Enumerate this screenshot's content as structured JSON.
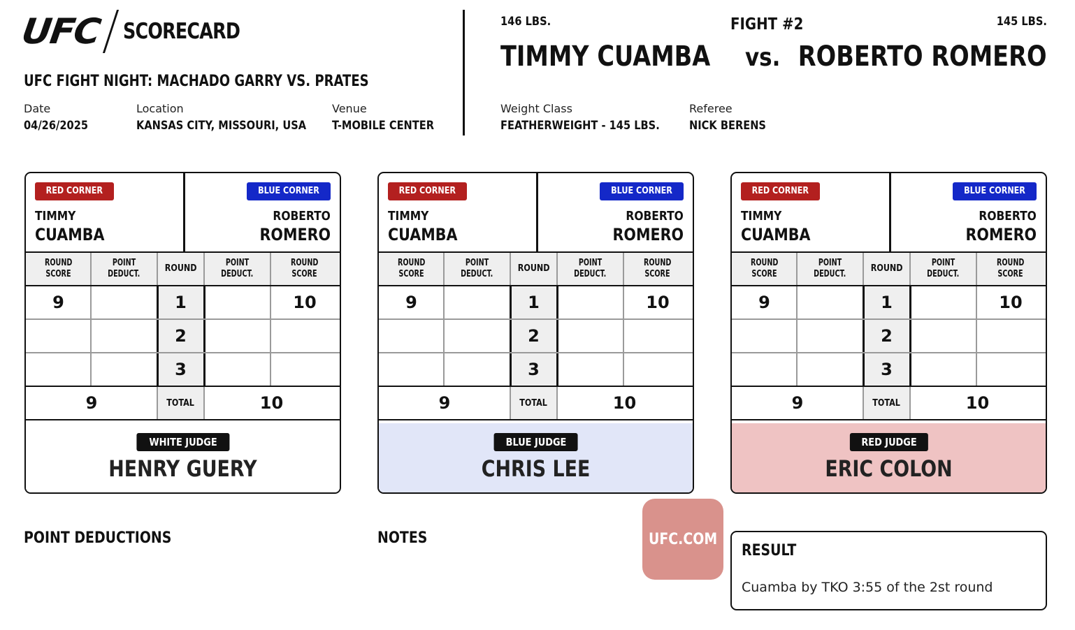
{
  "header": {
    "logo_text": "UFC",
    "title": "SCORECARD",
    "event": "UFC FIGHT NIGHT: MACHADO GARRY VS. PRATES",
    "date_label": "Date",
    "date": "04/26/2025",
    "location_label": "Location",
    "location": "KANSAS CITY, MISSOURI, USA",
    "venue_label": "Venue",
    "venue": "T-MOBILE CENTER"
  },
  "fight": {
    "number": "FIGHT #2",
    "vs": "vs.",
    "red_weight": "146 LBS.",
    "red_name": "TIMMY CUAMBA",
    "blue_weight": "145 LBS.",
    "blue_name": "ROBERTO ROMERO",
    "weight_class_label": "Weight Class",
    "weight_class": "FEATHERWEIGHT - 145 LBS.",
    "referee_label": "Referee",
    "referee": "NICK BERENS"
  },
  "labels": {
    "red_corner": "RED CORNER",
    "blue_corner": "BLUE CORNER",
    "round_score_1": "ROUND",
    "round_score_2": "SCORE",
    "point_deduct_1": "POINT",
    "point_deduct_2": "DEDUCT.",
    "round": "ROUND",
    "total": "TOTAL"
  },
  "fighters": {
    "red_first": "TIMMY",
    "red_last": "CUAMBA",
    "blue_first": "ROBERTO",
    "blue_last": "ROMERO"
  },
  "cards": [
    {
      "judge_label": "WHITE JUDGE",
      "judge_name": "HENRY GUERY",
      "color": "#ffffff",
      "rounds": [
        {
          "round": "1",
          "red_score": "9",
          "red_deduct": "",
          "blue_deduct": "",
          "blue_score": "10"
        },
        {
          "round": "2",
          "red_score": "",
          "red_deduct": "",
          "blue_deduct": "",
          "blue_score": ""
        },
        {
          "round": "3",
          "red_score": "",
          "red_deduct": "",
          "blue_deduct": "",
          "blue_score": ""
        }
      ],
      "red_total": "9",
      "blue_total": "10"
    },
    {
      "judge_label": "BLUE JUDGE",
      "judge_name": "CHRIS LEE",
      "color": "#e1e6f8",
      "rounds": [
        {
          "round": "1",
          "red_score": "9",
          "red_deduct": "",
          "blue_deduct": "",
          "blue_score": "10"
        },
        {
          "round": "2",
          "red_score": "",
          "red_deduct": "",
          "blue_deduct": "",
          "blue_score": ""
        },
        {
          "round": "3",
          "red_score": "",
          "red_deduct": "",
          "blue_deduct": "",
          "blue_score": ""
        }
      ],
      "red_total": "9",
      "blue_total": "10"
    },
    {
      "judge_label": "RED JUDGE",
      "judge_name": "ERIC COLON",
      "color": "#efc3c3",
      "rounds": [
        {
          "round": "1",
          "red_score": "9",
          "red_deduct": "",
          "blue_deduct": "",
          "blue_score": "10"
        },
        {
          "round": "2",
          "red_score": "",
          "red_deduct": "",
          "blue_deduct": "",
          "blue_score": ""
        },
        {
          "round": "3",
          "red_score": "",
          "red_deduct": "",
          "blue_deduct": "",
          "blue_score": ""
        }
      ],
      "red_total": "9",
      "blue_total": "10"
    }
  ],
  "bottom": {
    "point_deductions_title": "POINT DEDUCTIONS",
    "notes_title": "NOTES",
    "watermark": "UFC.COM",
    "result_title": "RESULT",
    "result_text": "Cuamba by TKO 3:55 of the 2st round"
  },
  "colors": {
    "red_corner": "#b3201f",
    "blue_corner": "#1428c8",
    "watermark": "#d9928c"
  }
}
